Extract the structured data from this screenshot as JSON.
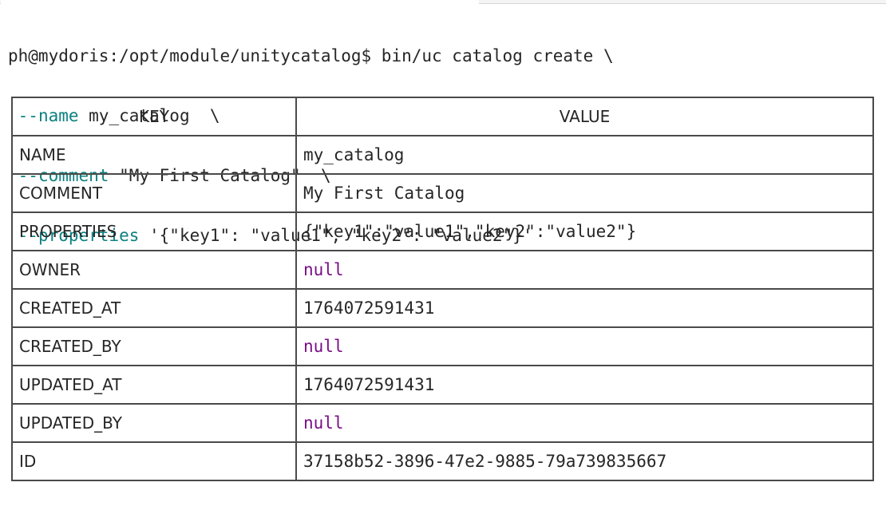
{
  "terminal": {
    "prompt": "ph@mydoris:/opt/module/unitycatalog$",
    "command": " bin/uc catalog create \\",
    "line2": {
      "indent": " ",
      "flag": "--name",
      "value": " my_catalog  \\"
    },
    "line3": {
      "indent": " ",
      "flag": "--comment",
      "value": " \"My First Catalog\"  \\"
    },
    "line4": {
      "indent": " ",
      "flag": "--properties",
      "value": " '{\"key1\": \"value1\", \"key2\": \"value2\"}'"
    }
  },
  "table": {
    "headers": {
      "key": "KEY",
      "value": "VALUE"
    },
    "rows": [
      {
        "key": "NAME",
        "value": "my_catalog",
        "is_null": false
      },
      {
        "key": "COMMENT",
        "value": "My First Catalog",
        "is_null": false
      },
      {
        "key": "PROPERTIES",
        "value": "{\"key1\":\"value1\",\"key2\":\"value2\"}",
        "is_null": false
      },
      {
        "key": "OWNER",
        "value": "null",
        "is_null": true
      },
      {
        "key": "CREATED_AT",
        "value": "1764072591431",
        "is_null": false
      },
      {
        "key": "CREATED_BY",
        "value": "null",
        "is_null": true
      },
      {
        "key": "UPDATED_AT",
        "value": "1764072591431",
        "is_null": false
      },
      {
        "key": "UPDATED_BY",
        "value": "null",
        "is_null": true
      },
      {
        "key": "ID",
        "value": "37158b52-3896-47e2-9885-79a739835667",
        "is_null": false
      }
    ]
  },
  "colors": {
    "flag": "#0c8080",
    "null": "#7a0f87",
    "text": "#262626",
    "border": "#4a4a4a"
  }
}
